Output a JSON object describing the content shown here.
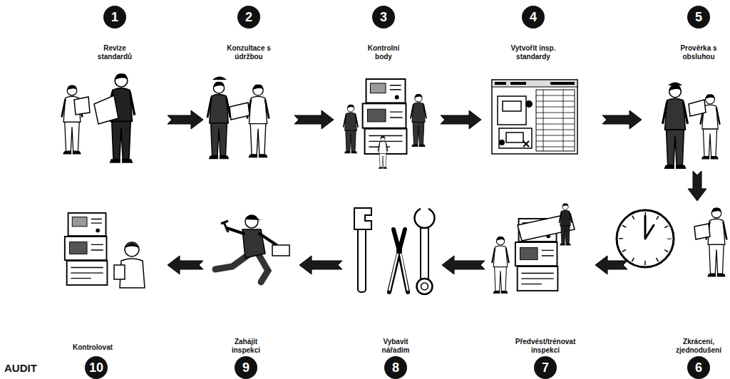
{
  "diagram": {
    "nodes": [
      {
        "text": [
          "1",
          "Revize standardů"
        ]
      },
      {
        "text": [
          "2",
          "Konzultace s údržbou"
        ]
      },
      {
        "text": [
          "3",
          "Kontrolní body"
        ]
      },
      {
        "text": [
          "4",
          "Vytvořit insp. standardy"
        ]
      },
      {
        "text": [
          "5",
          "Prověrka s obsluhou"
        ]
      },
      {
        "text": [
          "6",
          "Zkrácení, zjednodušení"
        ]
      },
      {
        "text": [
          "7",
          "Předvést/trénovat inspekci"
        ]
      },
      {
        "text": [
          "8",
          "Vybavit nářadím"
        ]
      },
      {
        "text": [
          "9",
          "Zahájit inspekci"
        ]
      },
      {
        "text": [
          "10",
          "Kontrolovat"
        ]
      }
    ],
    "edges": [
      {
        "from": 0,
        "to": 1,
        "arrow": "to"
      },
      {
        "from": 1,
        "to": 2,
        "arrow": "to"
      },
      {
        "from": 2,
        "to": 3,
        "arrow": "to"
      },
      {
        "from": 3,
        "to": 4,
        "arrow": "to"
      },
      {
        "from": 4,
        "to": 5,
        "arrow": "to"
      },
      {
        "from": 5,
        "to": 6,
        "arrow": "to"
      },
      {
        "from": 6,
        "to": 7,
        "arrow": "to"
      },
      {
        "from": 7,
        "to": 8,
        "arrow": "to"
      },
      {
        "from": 8,
        "to": 9,
        "arrow": "to"
      }
    ],
    "labels": [
      "AUDIT"
    ]
  }
}
